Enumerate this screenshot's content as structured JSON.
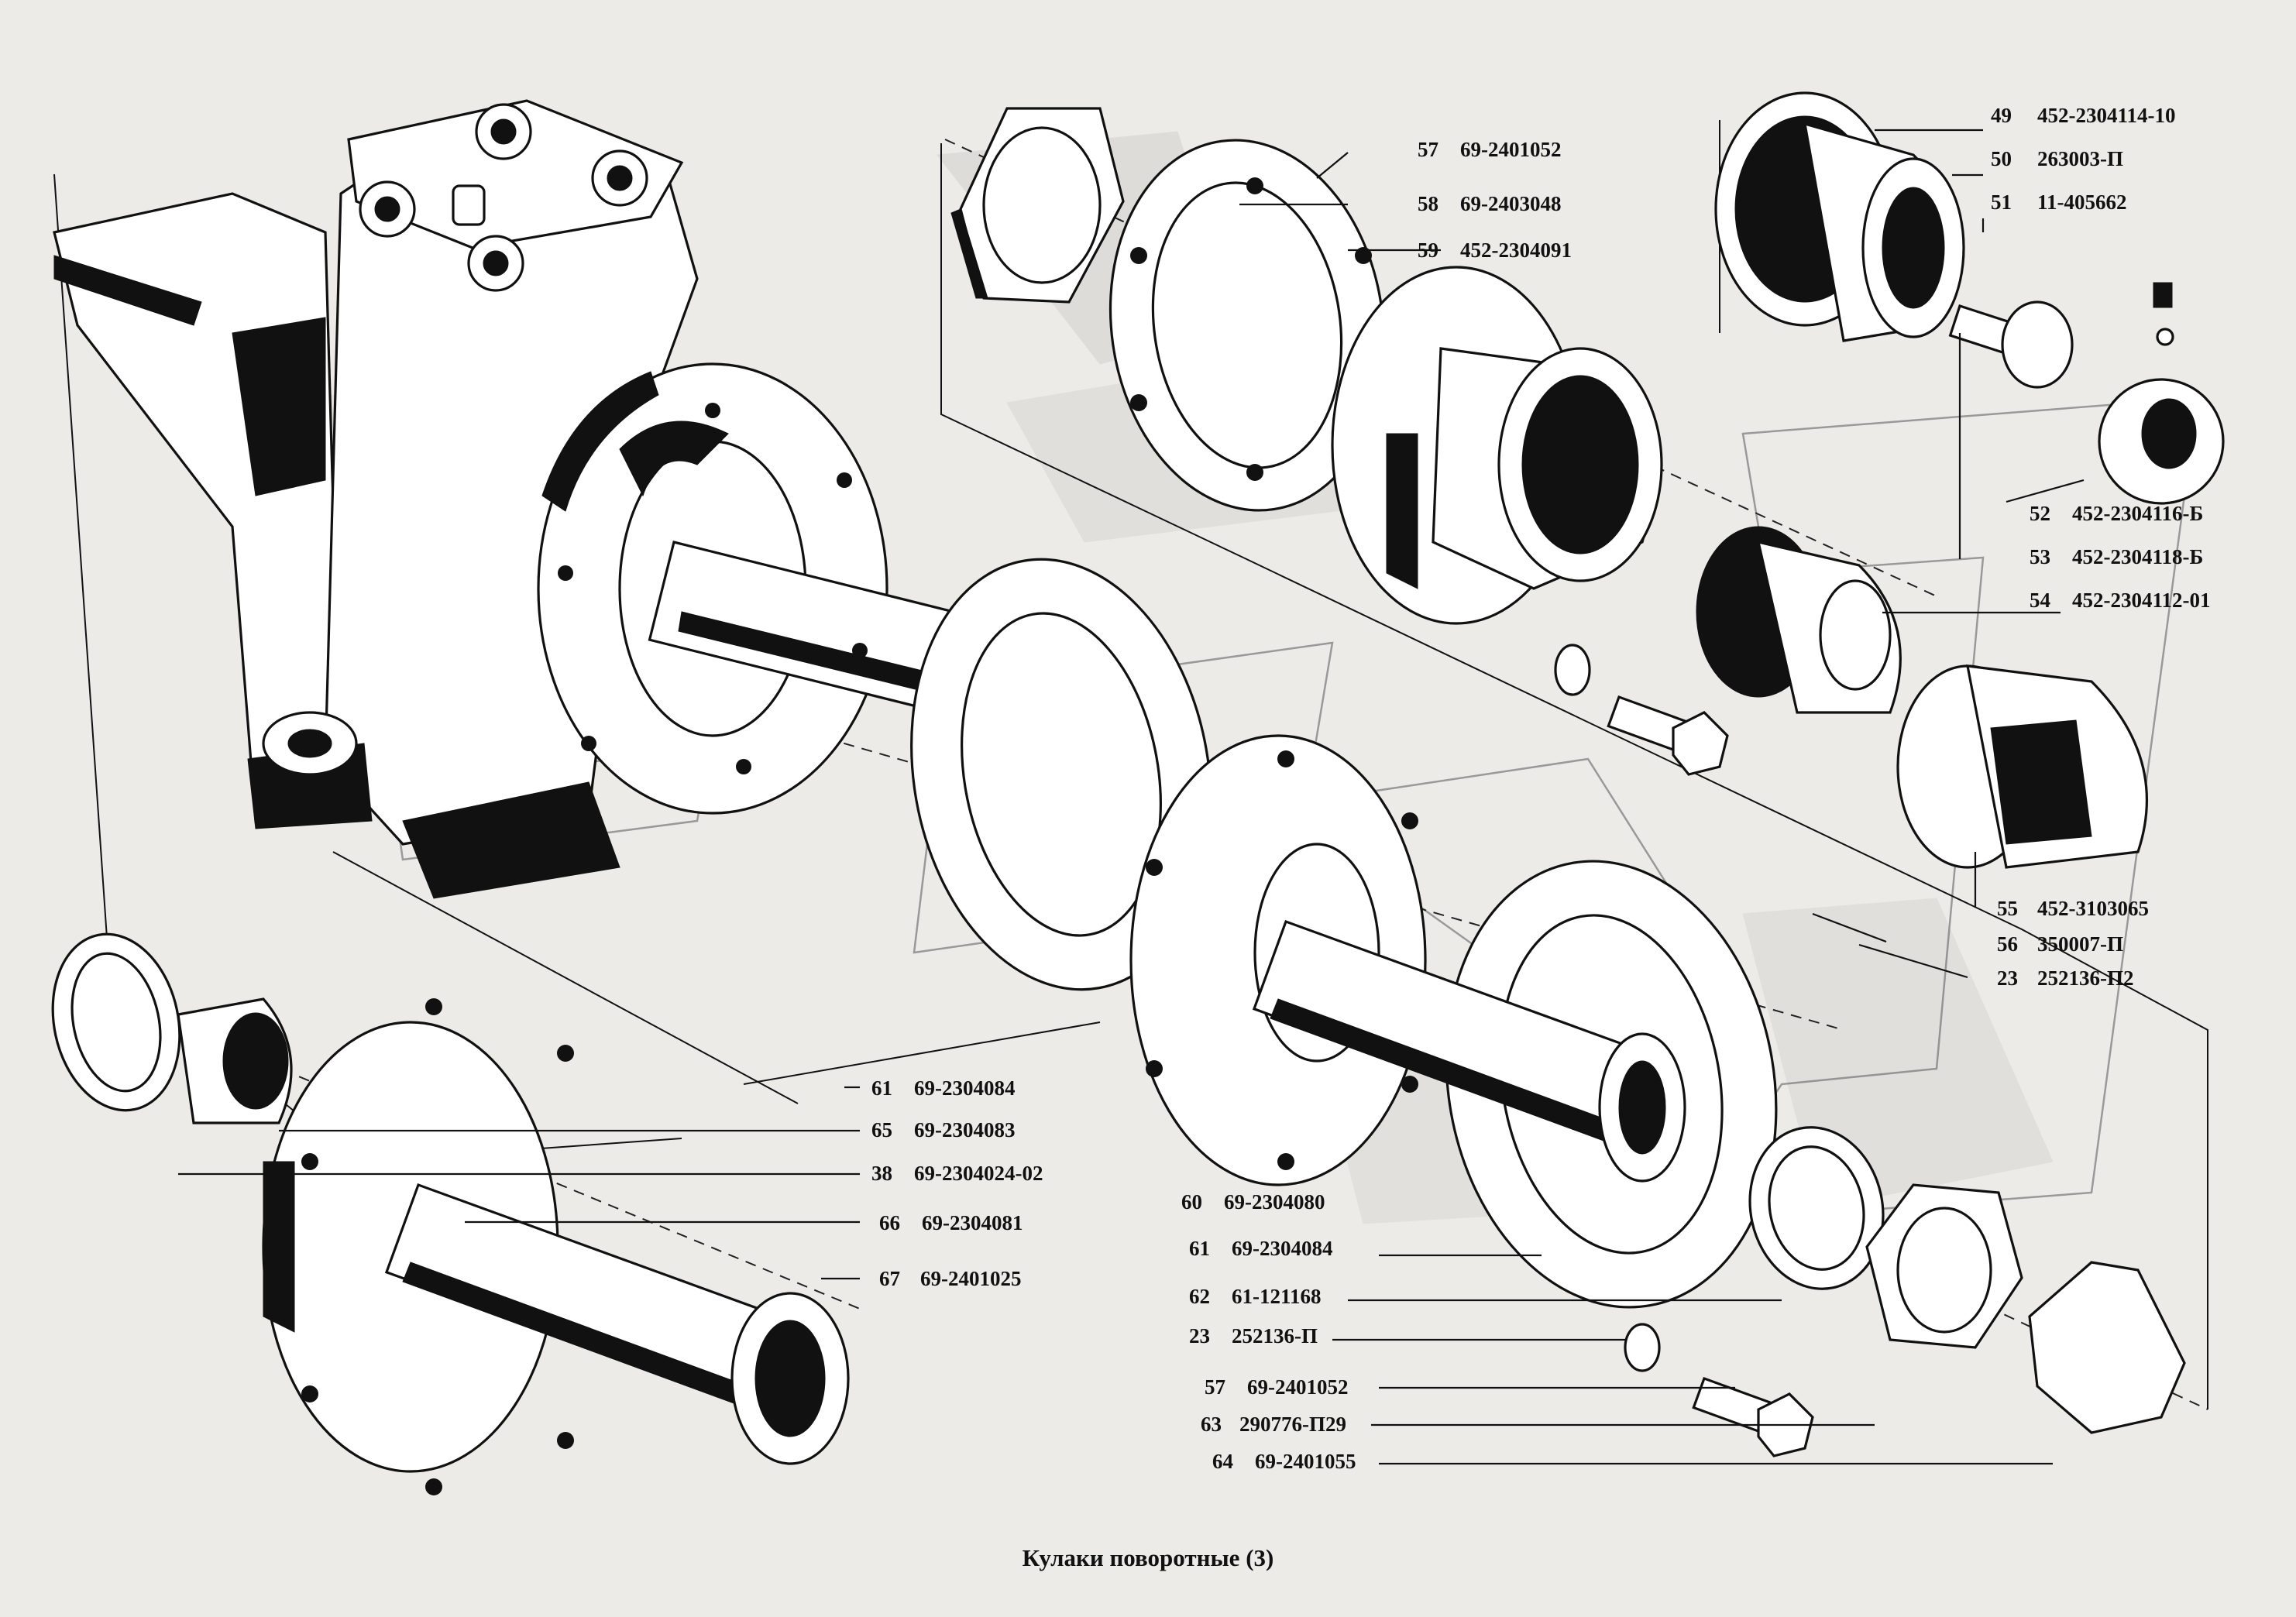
{
  "title": "Кулаки  поворотные (3)",
  "parts": [
    {
      "num": "49",
      "code": "452-2304114-10"
    },
    {
      "num": "50",
      "code": "263003-П"
    },
    {
      "num": "51",
      "code": "11-405662"
    },
    {
      "num": "52",
      "code": "452-2304116-Б"
    },
    {
      "num": "53",
      "code": "452-2304118-Б"
    },
    {
      "num": "54",
      "code": "452-2304112-01"
    },
    {
      "num": "55",
      "code": "452-3103065"
    },
    {
      "num": "56",
      "code": "350007-П"
    },
    {
      "num": "23",
      "code": "252136-П2"
    },
    {
      "num": "57",
      "code": "69-2401052"
    },
    {
      "num": "58",
      "code": "69-2403048"
    },
    {
      "num": "59",
      "code": "452-2304091"
    },
    {
      "num": "61",
      "code": "69-2304084"
    },
    {
      "num": "65",
      "code": "69-2304083"
    },
    {
      "num": "38",
      "code": "69-2304024-02"
    },
    {
      "num": "66",
      "code": "69-2304081"
    },
    {
      "num": "67",
      "code": "69-2401025"
    },
    {
      "num": "60",
      "code": "69-2304080"
    },
    {
      "num": "61",
      "code": "69-2304084"
    },
    {
      "num": "62",
      "code": "61-121168"
    },
    {
      "num": "23",
      "code": "252136-П"
    },
    {
      "num": "57",
      "code": "69-2401052"
    },
    {
      "num": "63",
      "code": "290776-П29"
    },
    {
      "num": "64",
      "code": "69-2401055"
    }
  ]
}
